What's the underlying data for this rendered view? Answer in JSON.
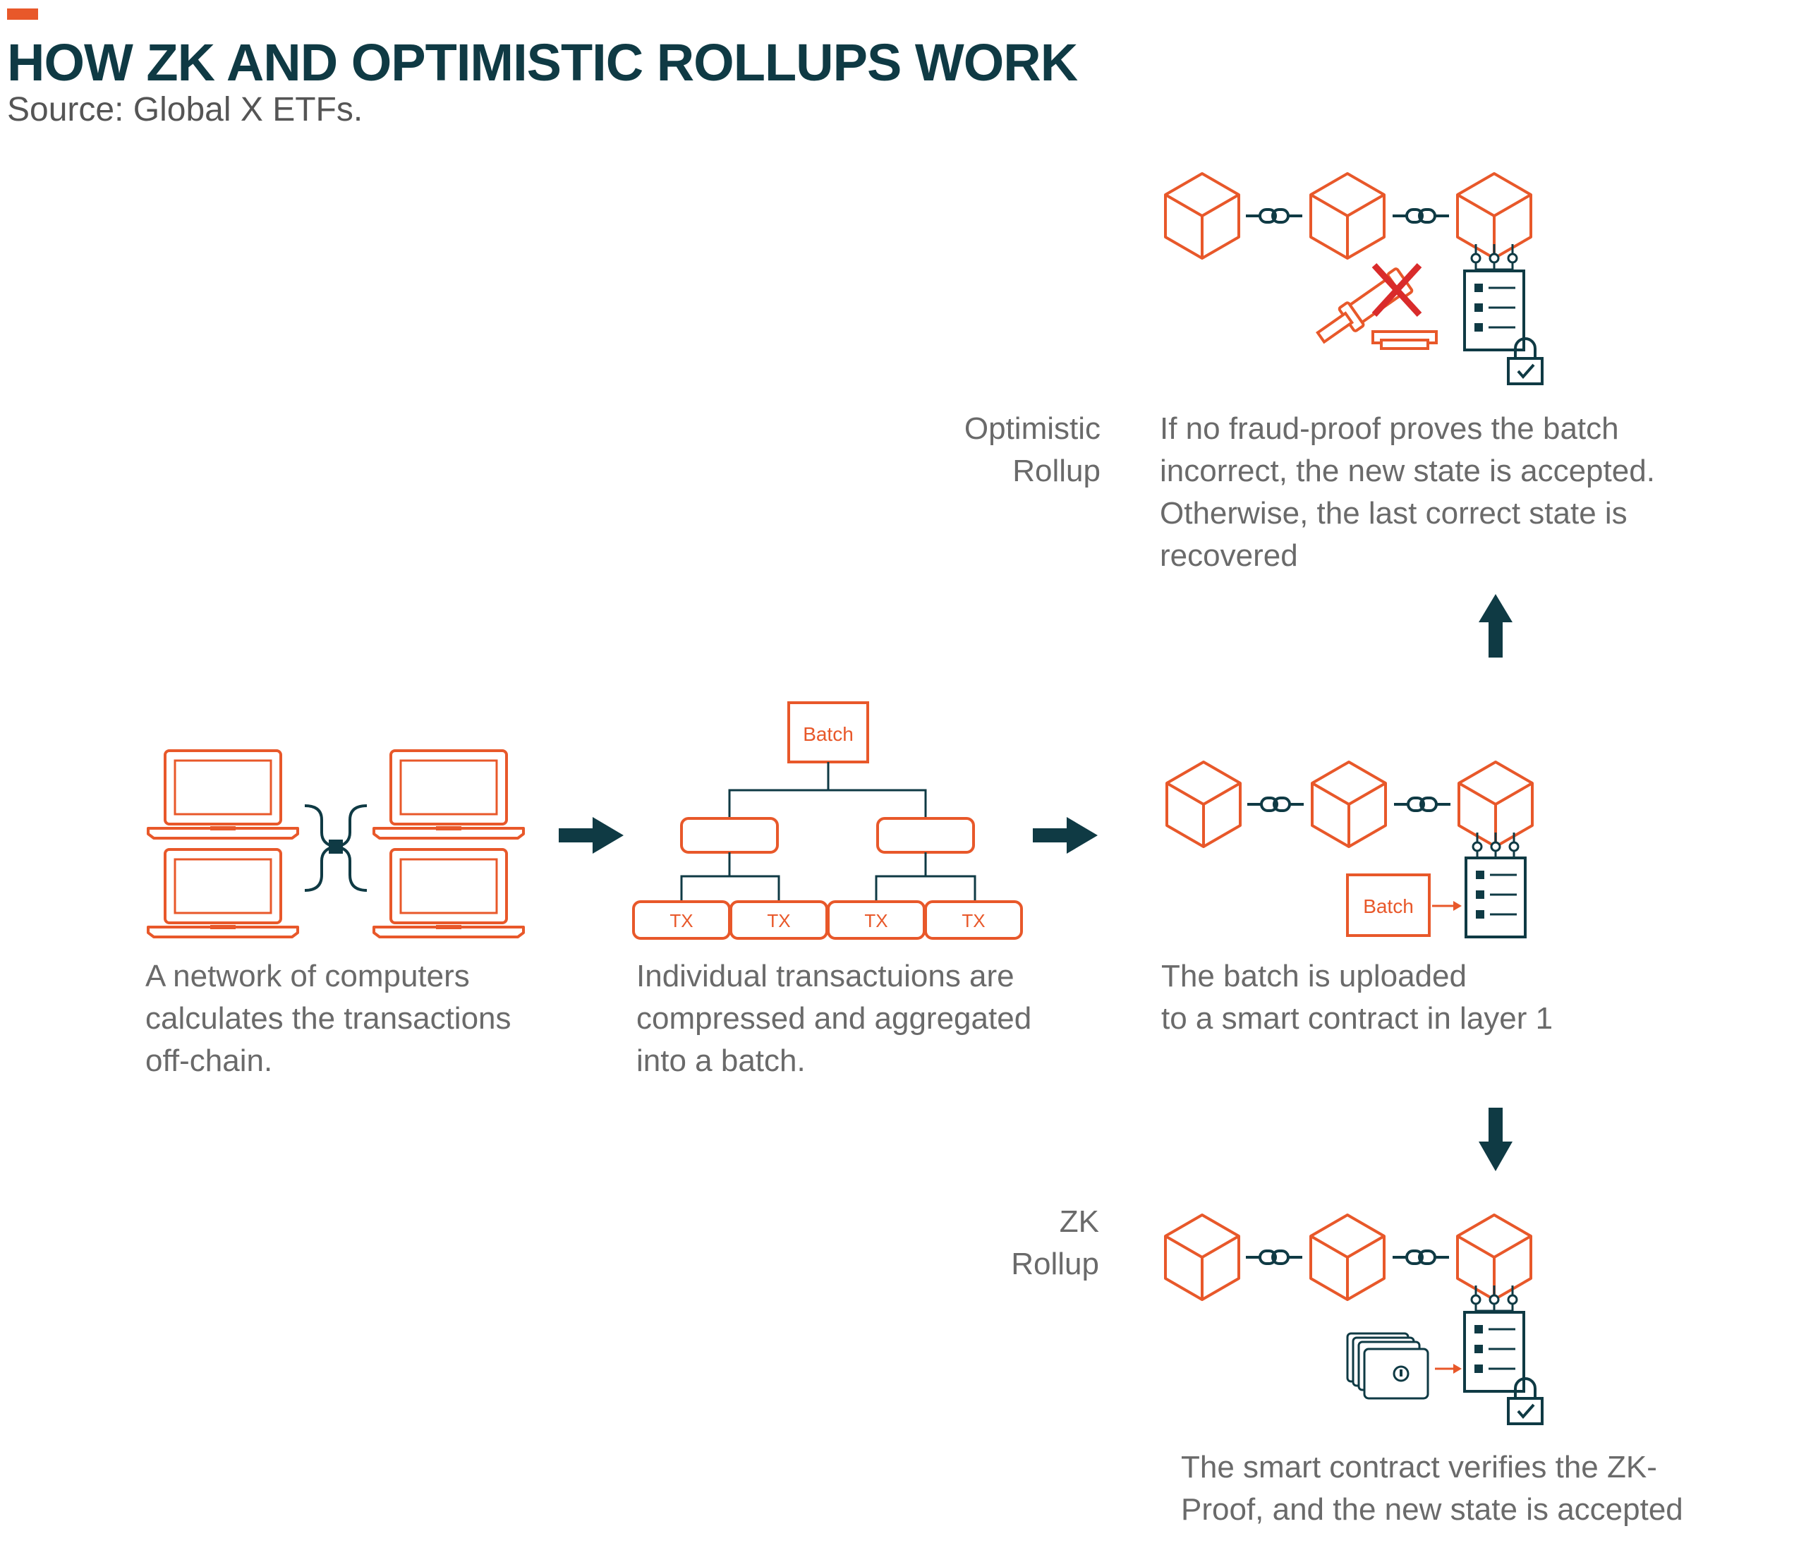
{
  "header": {
    "title": "HOW ZK AND OPTIMISTIC ROLLUPS WORK",
    "subtitle": "Source: Global X ETFs."
  },
  "colors": {
    "accent": "#e8582a",
    "dark": "#0f3a44",
    "text_gray": "#6a6a6a",
    "reject": "#d92b2b"
  },
  "steps": {
    "network": {
      "lines": [
        "A network of computers",
        "calculates the transactions",
        "off-chain."
      ]
    },
    "batching": {
      "root_label": "Batch",
      "tx_labels": [
        "TX",
        "TX",
        "TX",
        "TX"
      ],
      "lines": [
        "Individual transactuions are",
        "compressed and aggregated",
        "into a batch."
      ]
    },
    "upload": {
      "batch_label": "Batch",
      "lines": [
        "The batch is uploaded",
        "to a smart contract in layer 1"
      ]
    },
    "optimistic": {
      "label_lines": [
        "Optimistic",
        "Rollup"
      ],
      "lines": [
        "If no fraud-proof proves the batch",
        "incorrect, the new state is accepted.",
        "Otherwise, the last correct state is",
        "recovered"
      ]
    },
    "zk": {
      "label_lines": [
        "ZK",
        "Rollup"
      ],
      "lines": [
        "The smart contract verifies the ZK-",
        "Proof, and the new state is accepted"
      ]
    }
  },
  "icons": {
    "laptop": "laptop-icon",
    "block": "cube-block-icon",
    "chain_link": "chain-link-icon",
    "contract": "smart-contract-document-icon",
    "lock": "padlock-check-icon",
    "gavel": "gavel-icon",
    "reject": "red-x-icon",
    "wallet": "zk-proof-wallet-icon",
    "arrow": "arrow-icon"
  }
}
